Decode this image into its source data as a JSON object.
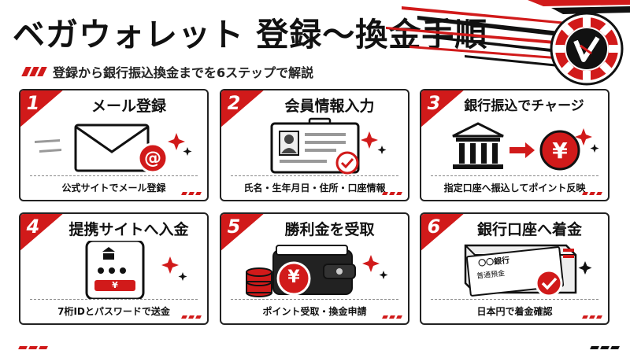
{
  "header": {
    "title": "ベガウォレット 登録〜換金手順",
    "subtitle": "登録から銀行振込換金までを6ステップで解説"
  },
  "colors": {
    "accent": "#d11a1a",
    "ink": "#111111"
  },
  "steps": [
    {
      "num": "1",
      "title": "メール登録",
      "caption": "公式サイトでメール登録",
      "icon": "envelope-at-icon"
    },
    {
      "num": "2",
      "title": "会員情報入力",
      "caption": "氏名・生年月日・住所・口座情報",
      "icon": "id-card-check-icon"
    },
    {
      "num": "3",
      "title": "銀行振込でチャージ",
      "caption": "指定口座へ振込してポイント反映",
      "icon": "bank-to-yen-icon",
      "yen": "¥"
    },
    {
      "num": "4",
      "title": "提携サイトへ入金",
      "caption": "7桁IDとパスワードで送金",
      "icon": "phone-deposit-icon",
      "yen": "¥"
    },
    {
      "num": "5",
      "title": "勝利金を受取",
      "caption": "ポイント受取・換金申請",
      "icon": "wallet-coins-icon",
      "yen": "¥"
    },
    {
      "num": "6",
      "title": "銀行口座へ着金",
      "caption": "日本円で着金確認",
      "icon": "bankbook-check-icon",
      "bank_name": "〇〇銀行",
      "account_type": "普通預金"
    }
  ]
}
